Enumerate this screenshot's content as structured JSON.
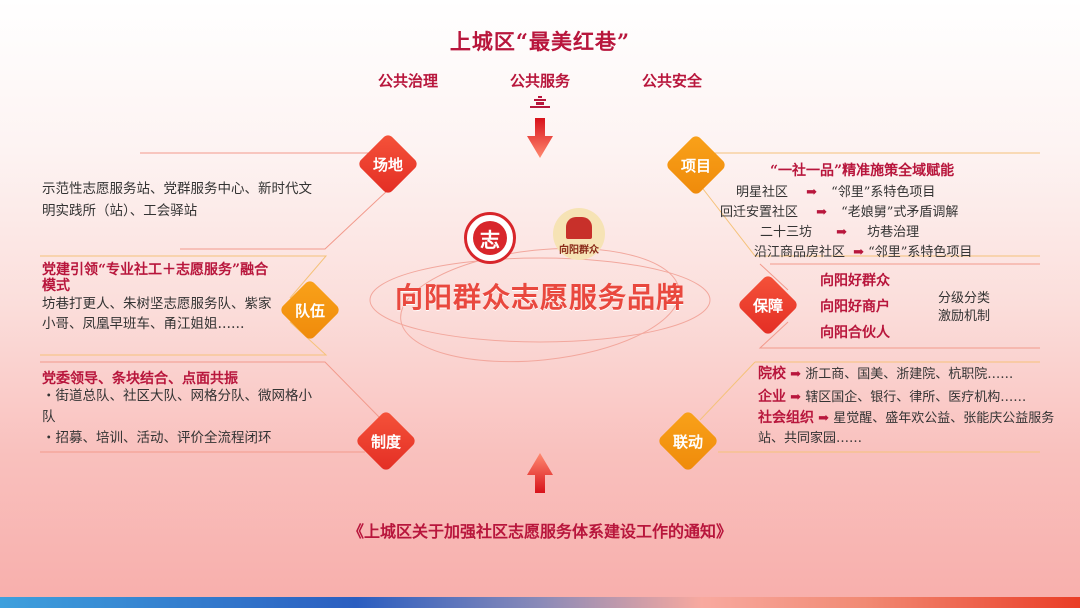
{
  "header": {
    "title": "上城区“最美红巷”",
    "pillars": [
      "公共治理",
      "公共服务",
      "公共安全"
    ]
  },
  "center": {
    "brand_title": "向阳群众志愿服务品牌",
    "logo_volunteer": "志",
    "logo_xiangyang_caption": "向阳群众"
  },
  "footer": {
    "notice": "《上城区关于加强社区志愿服务体系建设工作的通知》"
  },
  "left": {
    "venue": {
      "badge": "场地",
      "text": "示范性志愿服务站、党群服务中心、新时代文明实践所（站）、工会驿站"
    },
    "team": {
      "badge": "队伍",
      "headline": "党建引领“专业社工＋志愿服务”融合模式",
      "text": "坊巷打更人、朱树坚志愿服务队、紫家小哥、凤凰早班车、甬江姐姐……"
    },
    "system": {
      "badge": "制度",
      "headline": "党委领导、条块结合、点面共振",
      "bullets": [
        "・街道总队、社区大队、网格分队、微网格小队",
        "・招募、培训、活动、评价全流程闭环"
      ]
    }
  },
  "right": {
    "project": {
      "badge": "项目",
      "headline": "“一社一品”精准施策全域赋能",
      "rows": [
        {
          "from": "明星社区",
          "to": "“邻里”系特色项目"
        },
        {
          "from": "回迁安置社区",
          "to": "“老娘舅”式矛盾调解"
        },
        {
          "from": "二十三坊",
          "to": "坊巷治理"
        },
        {
          "from": "沿江商品房社区",
          "to": "“邻里”系特色项目"
        }
      ]
    },
    "guarantee": {
      "badge": "保障",
      "items": [
        "向阳好群众",
        "向阳好商户",
        "向阳合伙人"
      ],
      "note_line1": "分级分类",
      "note_line2": "激励机制"
    },
    "linkage": {
      "badge": "联动",
      "rows": [
        {
          "label": "院校",
          "text": "浙工商、国美、浙建院、杭职院……"
        },
        {
          "label": "企业",
          "text": "辖区国企、银行、律所、医疗机构……"
        },
        {
          "label": "社会组织",
          "text": "星觉醒、盛年欢公益、张能庆公益服务站、共同家园……"
        }
      ]
    }
  },
  "colors": {
    "title_red": "#b8163c",
    "badge_red": "#e8382a",
    "badge_orange": "#f5950f",
    "center_title": "#e9483e"
  }
}
